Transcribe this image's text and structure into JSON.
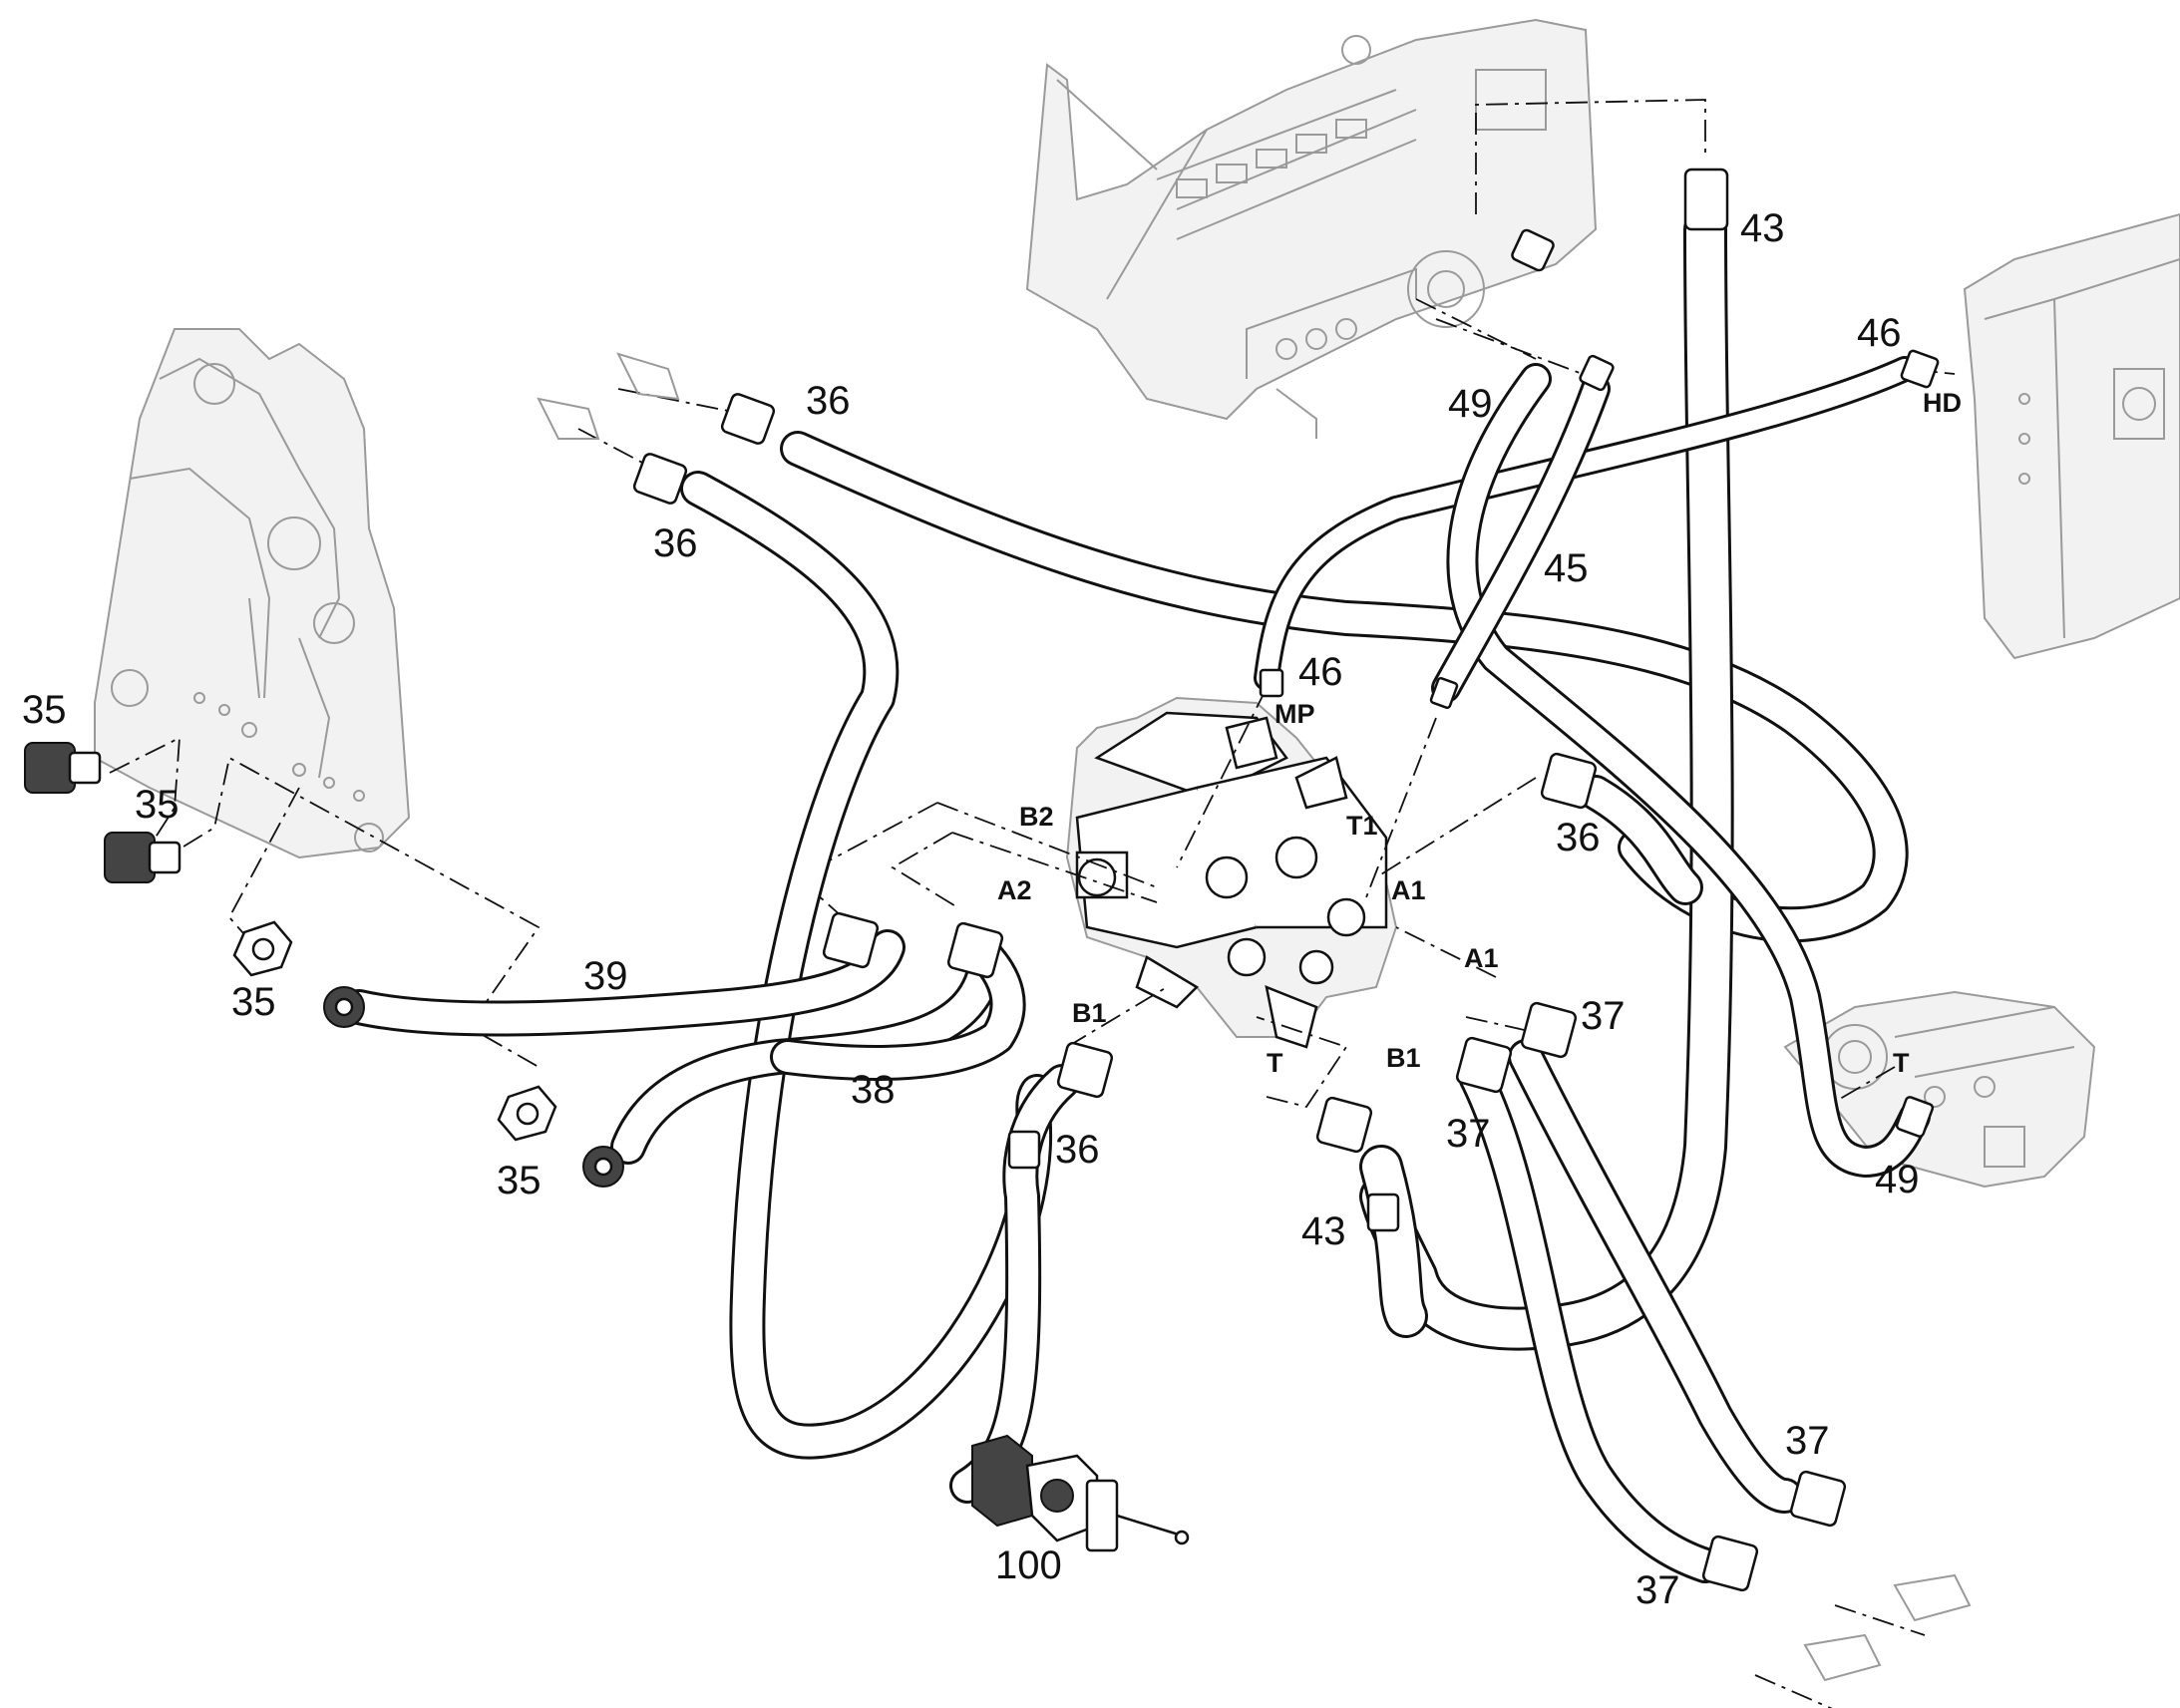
{
  "diagram": {
    "part_numbers": {
      "p35a": "35",
      "p35b": "35",
      "p35c": "35",
      "p35d": "35",
      "p36a": "36",
      "p36b": "36",
      "p36c": "36",
      "p36d": "36",
      "p37a": "37",
      "p37b": "37",
      "p37c": "37",
      "p37d": "37",
      "p38": "38",
      "p39": "39",
      "p43a": "43",
      "p43b": "43",
      "p45": "45",
      "p46a": "46",
      "p46b": "46",
      "p49a": "49",
      "p49b": "49",
      "p100": "100"
    },
    "port_labels": {
      "mp": "MP",
      "b2": "B2",
      "t1": "T1",
      "a2": "A2",
      "a1_upper": "A1",
      "a1_lower": "A1",
      "b1_left": "B1",
      "b1_right": "B1",
      "t_valve": "T",
      "t_right": "T",
      "hd": "HD"
    }
  }
}
